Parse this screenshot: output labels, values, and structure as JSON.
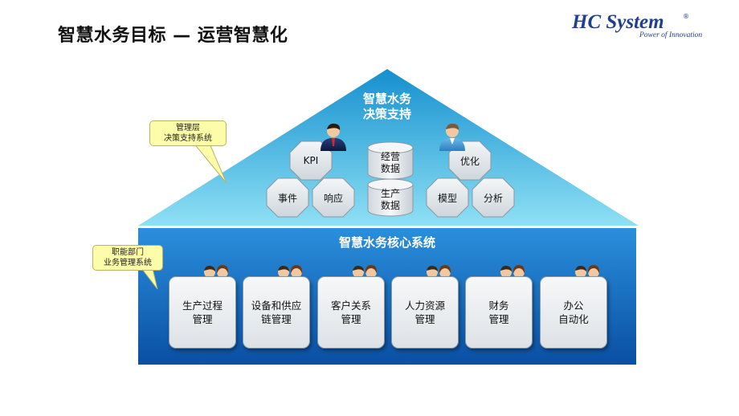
{
  "header": {
    "title": "智慧水务目标 — 运营智慧化",
    "logo_main": "HC System",
    "logo_reg": "®",
    "logo_sub": "Power of Innovation"
  },
  "callouts": {
    "top": "管理层\n决策支持系统",
    "bottom": "职能部门\n业务管理系统"
  },
  "roof": {
    "title": "智慧水务\n决策支持",
    "nodes": [
      "KPI",
      "事件",
      "响应",
      "优化",
      "模型",
      "分析"
    ],
    "data_stores": [
      "经营\n数据",
      "生产\n数据"
    ]
  },
  "core": {
    "title": "智慧水务核心系统",
    "modules": [
      "生产过程\n管理",
      "设备和供应\n链管理",
      "客户关系\n管理",
      "人力资源\n管理",
      "财务\n管理",
      "办公\n自动化"
    ]
  },
  "colors": {
    "roof_light": "#8ee0f4",
    "roof_dark": "#1590cf",
    "house_light": "#2a8fdc",
    "house_dark": "#0a4fa3",
    "callout_fill": "#fdfca8"
  },
  "icons": [
    "manager-person-icon",
    "analyst-person-icon",
    "people-pair-icon"
  ]
}
